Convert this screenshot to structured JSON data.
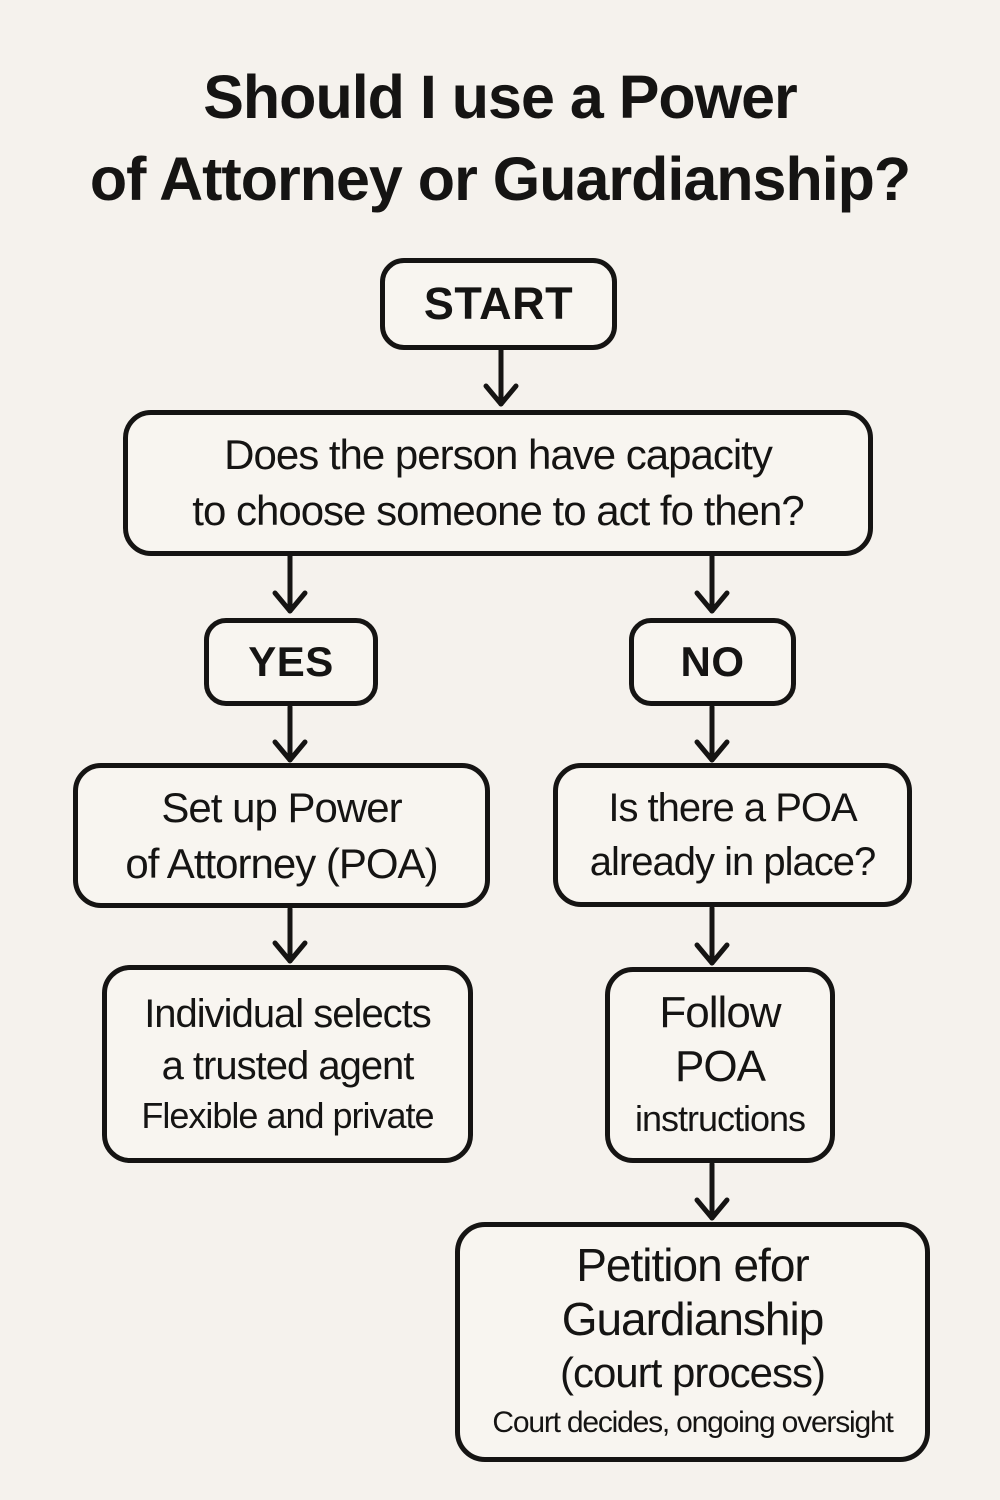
{
  "title": {
    "line1": "Should I use a Power",
    "line2": "of Attorney or Guardianship?"
  },
  "nodes": {
    "start": {
      "label": "START"
    },
    "capacity_question": {
      "line1": "Does the person have capacity",
      "line2": "to choose someone to act fo then?"
    },
    "yes": {
      "label": "YES"
    },
    "no": {
      "label": "NO"
    },
    "set_up_poa": {
      "line1": "Set up Power",
      "line2": "of Attorney (POA)"
    },
    "poa_already_in_place": {
      "line1": "Is there a POA",
      "line2": "already in place?"
    },
    "individual_selects": {
      "line1": "Individual selects",
      "line2": "a trusted agent",
      "line3": "Flexible and private"
    },
    "follow_poa": {
      "line1": "Follow",
      "line2": "POA",
      "line3": "instructions"
    },
    "petition_guardianship": {
      "line1": "Petition efor",
      "line2": "Guardianship",
      "line3": "(court process)",
      "line4": "Court decides, ongoing oversight"
    }
  },
  "colors": {
    "background": "#f5f2ed",
    "ink": "#151413",
    "box_fill": "#f8f5f0"
  }
}
